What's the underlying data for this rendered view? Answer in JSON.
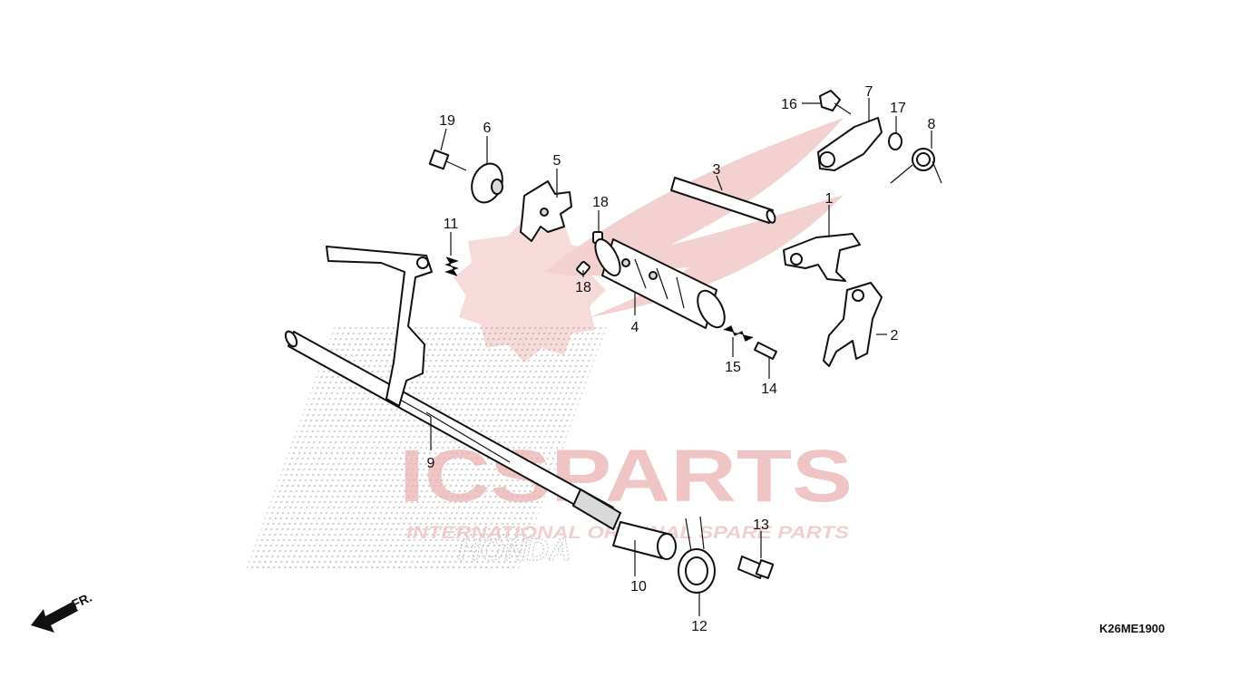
{
  "diagram": {
    "catalog_code": "K26ME1900",
    "direction_label": "FR.",
    "callouts": [
      "1",
      "2",
      "3",
      "4",
      "5",
      "6",
      "7",
      "8",
      "9",
      "10",
      "11",
      "12",
      "13",
      "14",
      "15",
      "16",
      "17",
      "18",
      "18",
      "19"
    ]
  },
  "watermark": {
    "brand": "ICSPARTS",
    "tagline": "INTERNATIONAL ORIGINAL SPARE PARTS",
    "maker": "HONDA",
    "color": "#e8a3a3"
  }
}
